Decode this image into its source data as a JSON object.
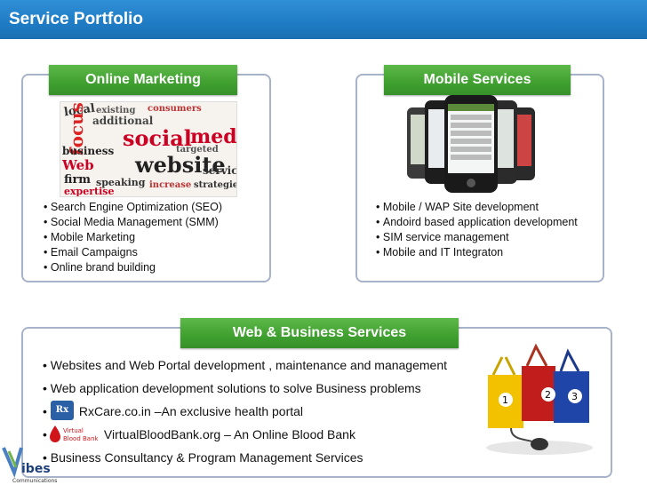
{
  "header": {
    "title": "Service Portfolio"
  },
  "colors": {
    "header_blue": "#1f7cc4",
    "tag_green": "#3f9f2f",
    "panel_border": "#a7b3c9"
  },
  "online_marketing": {
    "tag": "Online Marketing",
    "image": "social-media-word-cloud",
    "items": [
      "Search Engine Optimization (SEO)",
      "Social Media Management (SMM)",
      "Mobile Marketing",
      "Email Campaigns",
      "Online brand building"
    ]
  },
  "mobile_services": {
    "tag": "Mobile Services",
    "image": "smartphones",
    "items": [
      "Mobile / WAP Site development",
      "Andoird based application development",
      "SIM service management",
      "Mobile and IT Integraton"
    ]
  },
  "web_business": {
    "tag": "Web & Business Services",
    "image": "shopping-bags-with-mouse",
    "items": {
      "web_portal": "Websites and Web Portal development , maintenance and management",
      "web_apps": "Web application development solutions to solve Business problems",
      "rxcare": "RxCare.co.in –An exclusive health portal",
      "vbb": "VirtualBloodBank.org – An Online Blood Bank",
      "consultancy": "Business Consultancy & Program Management Services"
    },
    "bullet": "•",
    "rx_logo_text": "Rx",
    "vbb_logo_text": "Virtual Blood Bank"
  },
  "footer": {
    "logo_text": "ibes",
    "logo_sub": "Communications"
  }
}
